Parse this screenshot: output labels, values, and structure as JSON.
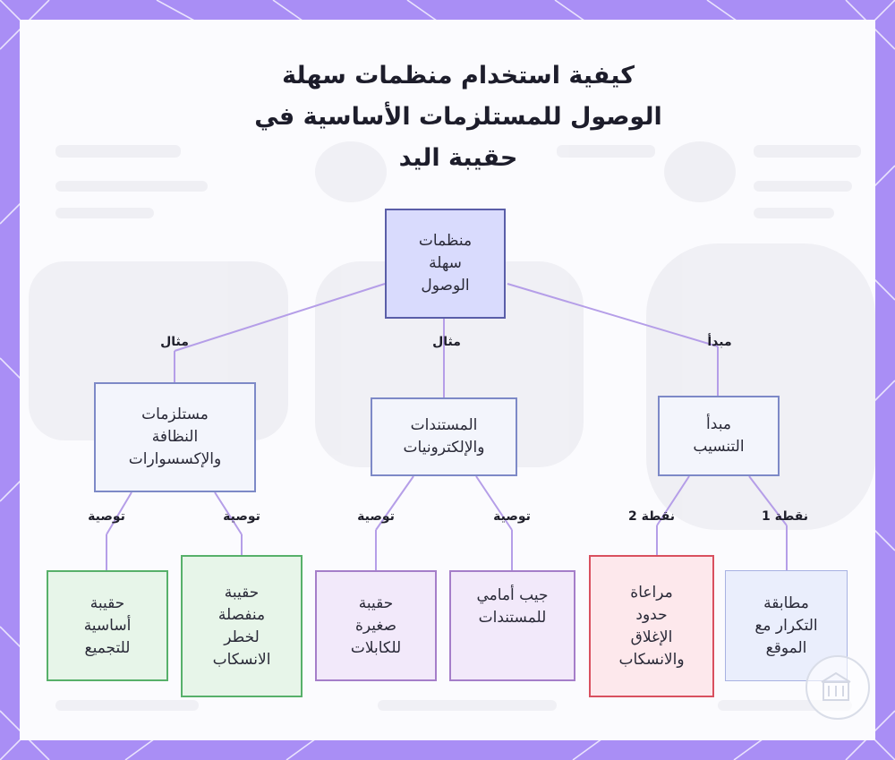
{
  "title_lines": [
    "كيفية استخدام منظمات سهلة",
    "الوصول للمستلزمات الأساسية في",
    "حقيبة اليد"
  ],
  "nodes": {
    "root": [
      "منظمات",
      "سهلة",
      "الوصول"
    ],
    "cleaning": [
      "مستلزمات",
      "النظافة",
      "والإكسسوارات"
    ],
    "documents": [
      "المستندات",
      "والإلكترونيات"
    ],
    "principle": [
      "مبدأ",
      "التنسيب"
    ],
    "basic_bag": [
      "حقيبة",
      "أساسية",
      "للتجميع"
    ],
    "spill_bag": [
      "حقيبة",
      "منفصلة",
      "لخطر",
      "الانسكاب"
    ],
    "cable_bag": [
      "حقيبة",
      "صغيرة",
      "للكابلات"
    ],
    "front_pocket": [
      "جيب أمامي",
      "للمستندات"
    ],
    "closure": [
      "مراعاة",
      "حدود",
      "الإغلاق",
      "والانسكاب"
    ],
    "frequency": [
      "مطابقة",
      "التكرار مع",
      "الموقع"
    ]
  },
  "edge_labels": {
    "example_left": "مثال",
    "example_middle": "مثال",
    "principle": "مبدأ",
    "rec_1": "توصية",
    "rec_2": "توصية",
    "rec_3": "توصية",
    "rec_4": "توصية",
    "point_2": "نقطة 2",
    "point_1": "نقطة 1"
  },
  "colors": {
    "background_frame": "#a98ef5",
    "connector": "#b59ee8",
    "root_fill": "#d9dbfd",
    "green_border": "#57b06a",
    "purple_border": "#a57ec9",
    "red_border": "#d9505f"
  },
  "icons": {
    "corner_badge": "building-icon"
  }
}
